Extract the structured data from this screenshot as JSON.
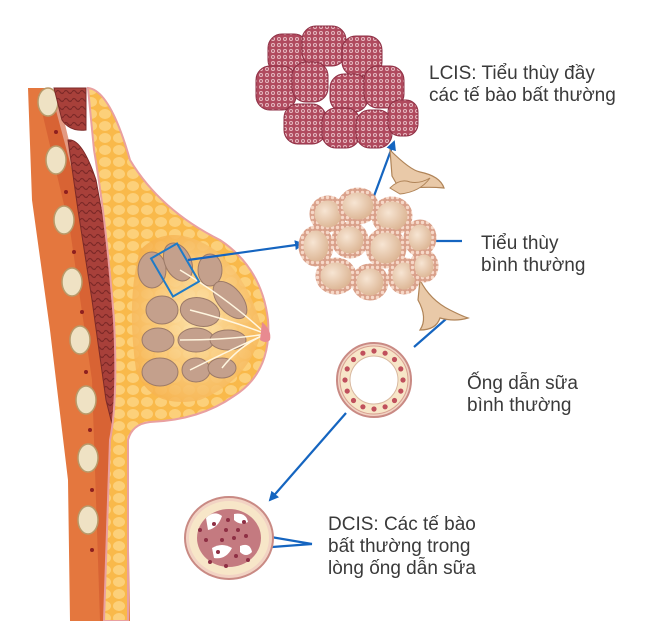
{
  "diagram": {
    "title": "Breast anatomy: normal lobule, LCIS, normal milk duct and DCIS",
    "colors": {
      "arrow": "#1565c0",
      "text": "#3a3a3a",
      "skin": "#f7a63c",
      "fat": "#f8c15c",
      "muscle": "#e0703a",
      "lobule_normal": "#c9a088",
      "lcis": "#b9546a",
      "background": "#ffffff"
    },
    "labels": {
      "lcis": [
        "LCIS: Tiểu thùy đầy",
        "các tế bào bất thường"
      ],
      "normal_lobule": [
        "Tiểu thùy",
        "bình thường"
      ],
      "normal_duct": [
        "Ống dẫn sữa",
        "bình thường"
      ],
      "dcis": [
        "DCIS: Các tế bào",
        "bất thường trong",
        "lòng ống dẫn sữa"
      ]
    },
    "nodes": [
      {
        "id": "breast",
        "description": "Cross-section of breast with chest wall"
      },
      {
        "id": "normal_lobule",
        "description": "Normal lobule (zoomed from highlighted box)"
      },
      {
        "id": "lcis",
        "description": "Lobule filled with abnormal cells"
      },
      {
        "id": "normal_duct",
        "description": "Normal milk duct cross-section"
      },
      {
        "id": "dcis",
        "description": "Duct with abnormal cells inside lumen"
      }
    ],
    "edges": [
      {
        "from": "breast",
        "to": "normal_lobule"
      },
      {
        "from": "normal_lobule",
        "to": "lcis"
      },
      {
        "from": "normal_duct",
        "to": "dcis"
      }
    ]
  }
}
